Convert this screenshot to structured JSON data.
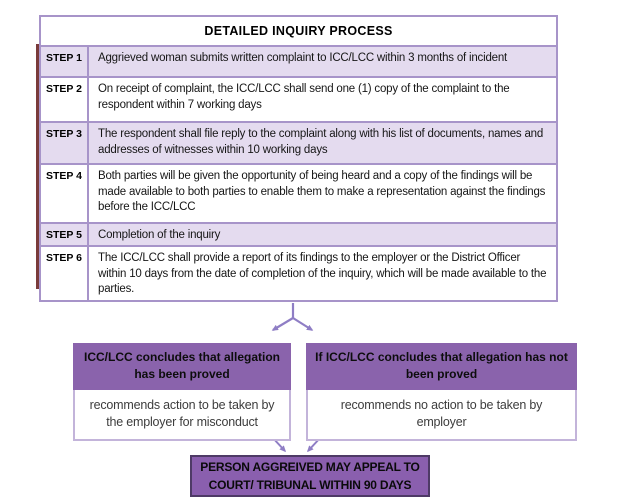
{
  "table": {
    "title": "DETAILED INQUIRY PROCESS",
    "steps": [
      {
        "label": "STEP 1",
        "text": "Aggrieved woman submits written complaint to ICC/LCC within 3 months of incident"
      },
      {
        "label": "STEP 2",
        "text": "On receipt of complaint, the ICC/LCC shall send one (1) copy of the complaint to the respondent within 7 working days"
      },
      {
        "label": "STEP 3",
        "text": "The respondent shall file reply to the complaint along with his list of documents, names and addresses of witnesses within 10 working days"
      },
      {
        "label": "STEP 4",
        "text": "Both parties will be given the opportunity of being heard and a copy of the findings will be made available to both parties to enable them to make a representation against the findings before the ICC/LCC"
      },
      {
        "label": "STEP 5",
        "text": "Completion of the inquiry"
      },
      {
        "label": "STEP 6",
        "text": "The ICC/LCC shall provide a report of its findings to the employer or the District Officer within 10 days from the date of completion of the inquiry, which will be made available to the parties."
      }
    ]
  },
  "outcomes": [
    {
      "header": "ICC/LCC concludes that allegation has been proved",
      "body": "recommends action to be taken by the employer for misconduct"
    },
    {
      "header": "If ICC/LCC concludes that allegation has not been proved",
      "body": "recommends no action to be taken by employer"
    }
  ],
  "appeal": {
    "line1": "PERSON AGGREIVED MAY APPEAL TO",
    "line2": "COURT/ TRIBUNAL WITHIN 90 DAYS"
  },
  "colors": {
    "purple_fill": "#8a63ac",
    "appeal_fill": "#8a5fae",
    "appeal_border": "#4e3a66",
    "row_light_purple": "#e4dbef",
    "grid_border": "#a794c9",
    "arrow": "#8f7ec5",
    "accent_line_maroon": "#7a3b3b"
  }
}
